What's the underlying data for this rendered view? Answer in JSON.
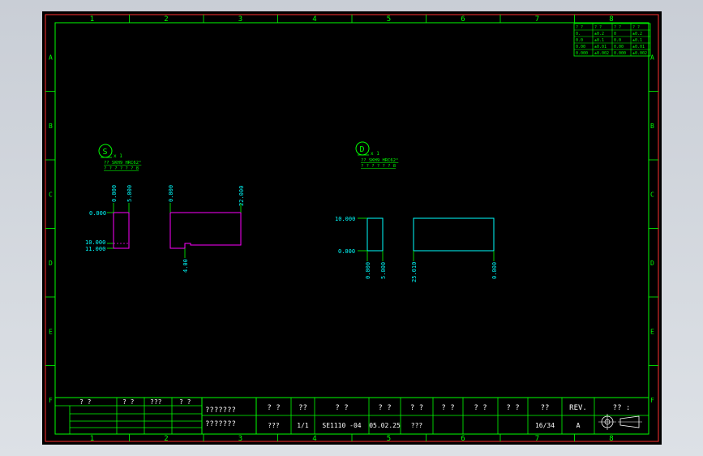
{
  "colors": {
    "border_outer": "#ff3030",
    "frame": "#00ff00",
    "part_magenta": "#ff00ff",
    "part_cyan": "#00ffff",
    "dim_text": "#00ffff",
    "white_text": "#ffffff"
  },
  "frame": {
    "column_numbers": [
      "1",
      "2",
      "3",
      "4",
      "5",
      "6",
      "7",
      "8"
    ],
    "row_letters": [
      "A",
      "B",
      "C",
      "D",
      "E",
      "F"
    ]
  },
  "tolerance_table": {
    "rows": [
      [
        "? ?",
        "? ?",
        "? ?",
        "? ?"
      ],
      [
        "0.",
        "±0.2",
        "0",
        "±0.2"
      ],
      [
        "0.0",
        "±0.1",
        "0.0",
        "±0.1"
      ],
      [
        "0.00",
        "±0.01",
        "0.00",
        "±0.01"
      ],
      [
        "0.000",
        "±0.002",
        "0.000",
        "±0.002"
      ]
    ]
  },
  "view_s": {
    "marker": "S",
    "scale": "x 1",
    "line1": "?? SKH9  HRC62°",
    "line2": "? ? ? ? ? ?   8",
    "part1": {
      "top_labels": [
        "0.000",
        "5.000"
      ],
      "left_labels": [
        "0.000",
        "10.000",
        "11.000"
      ]
    },
    "part2": {
      "top_labels": [
        "0.000",
        "22.000"
      ],
      "bottom_label": "4.00"
    }
  },
  "view_d": {
    "marker": "D",
    "scale": "x 1",
    "line1": "?? SKH9  HRC62°",
    "line2": "? ? ? ? ? ?   8",
    "part1": {
      "left_labels": [
        "10.000",
        "0.000"
      ],
      "bottom_labels": [
        "0.000",
        "5.000"
      ]
    },
    "part2": {
      "bottom_labels": [
        "25.010",
        "0.000"
      ]
    }
  },
  "title_block": {
    "left_headers": [
      "?  ?",
      "? ?",
      "???",
      "? ?"
    ],
    "mark1": "???????",
    "mark2": "???????",
    "headers": [
      "? ?",
      "??",
      "?       ?",
      "? ?",
      "? ?",
      "? ?",
      "? ?",
      "? ?",
      "??",
      "REV.",
      "?? :"
    ],
    "values": [
      "???",
      "1/1",
      "SE1110 -04",
      "05.02.25",
      "???",
      "",
      "",
      "",
      "16/34",
      "A"
    ]
  }
}
